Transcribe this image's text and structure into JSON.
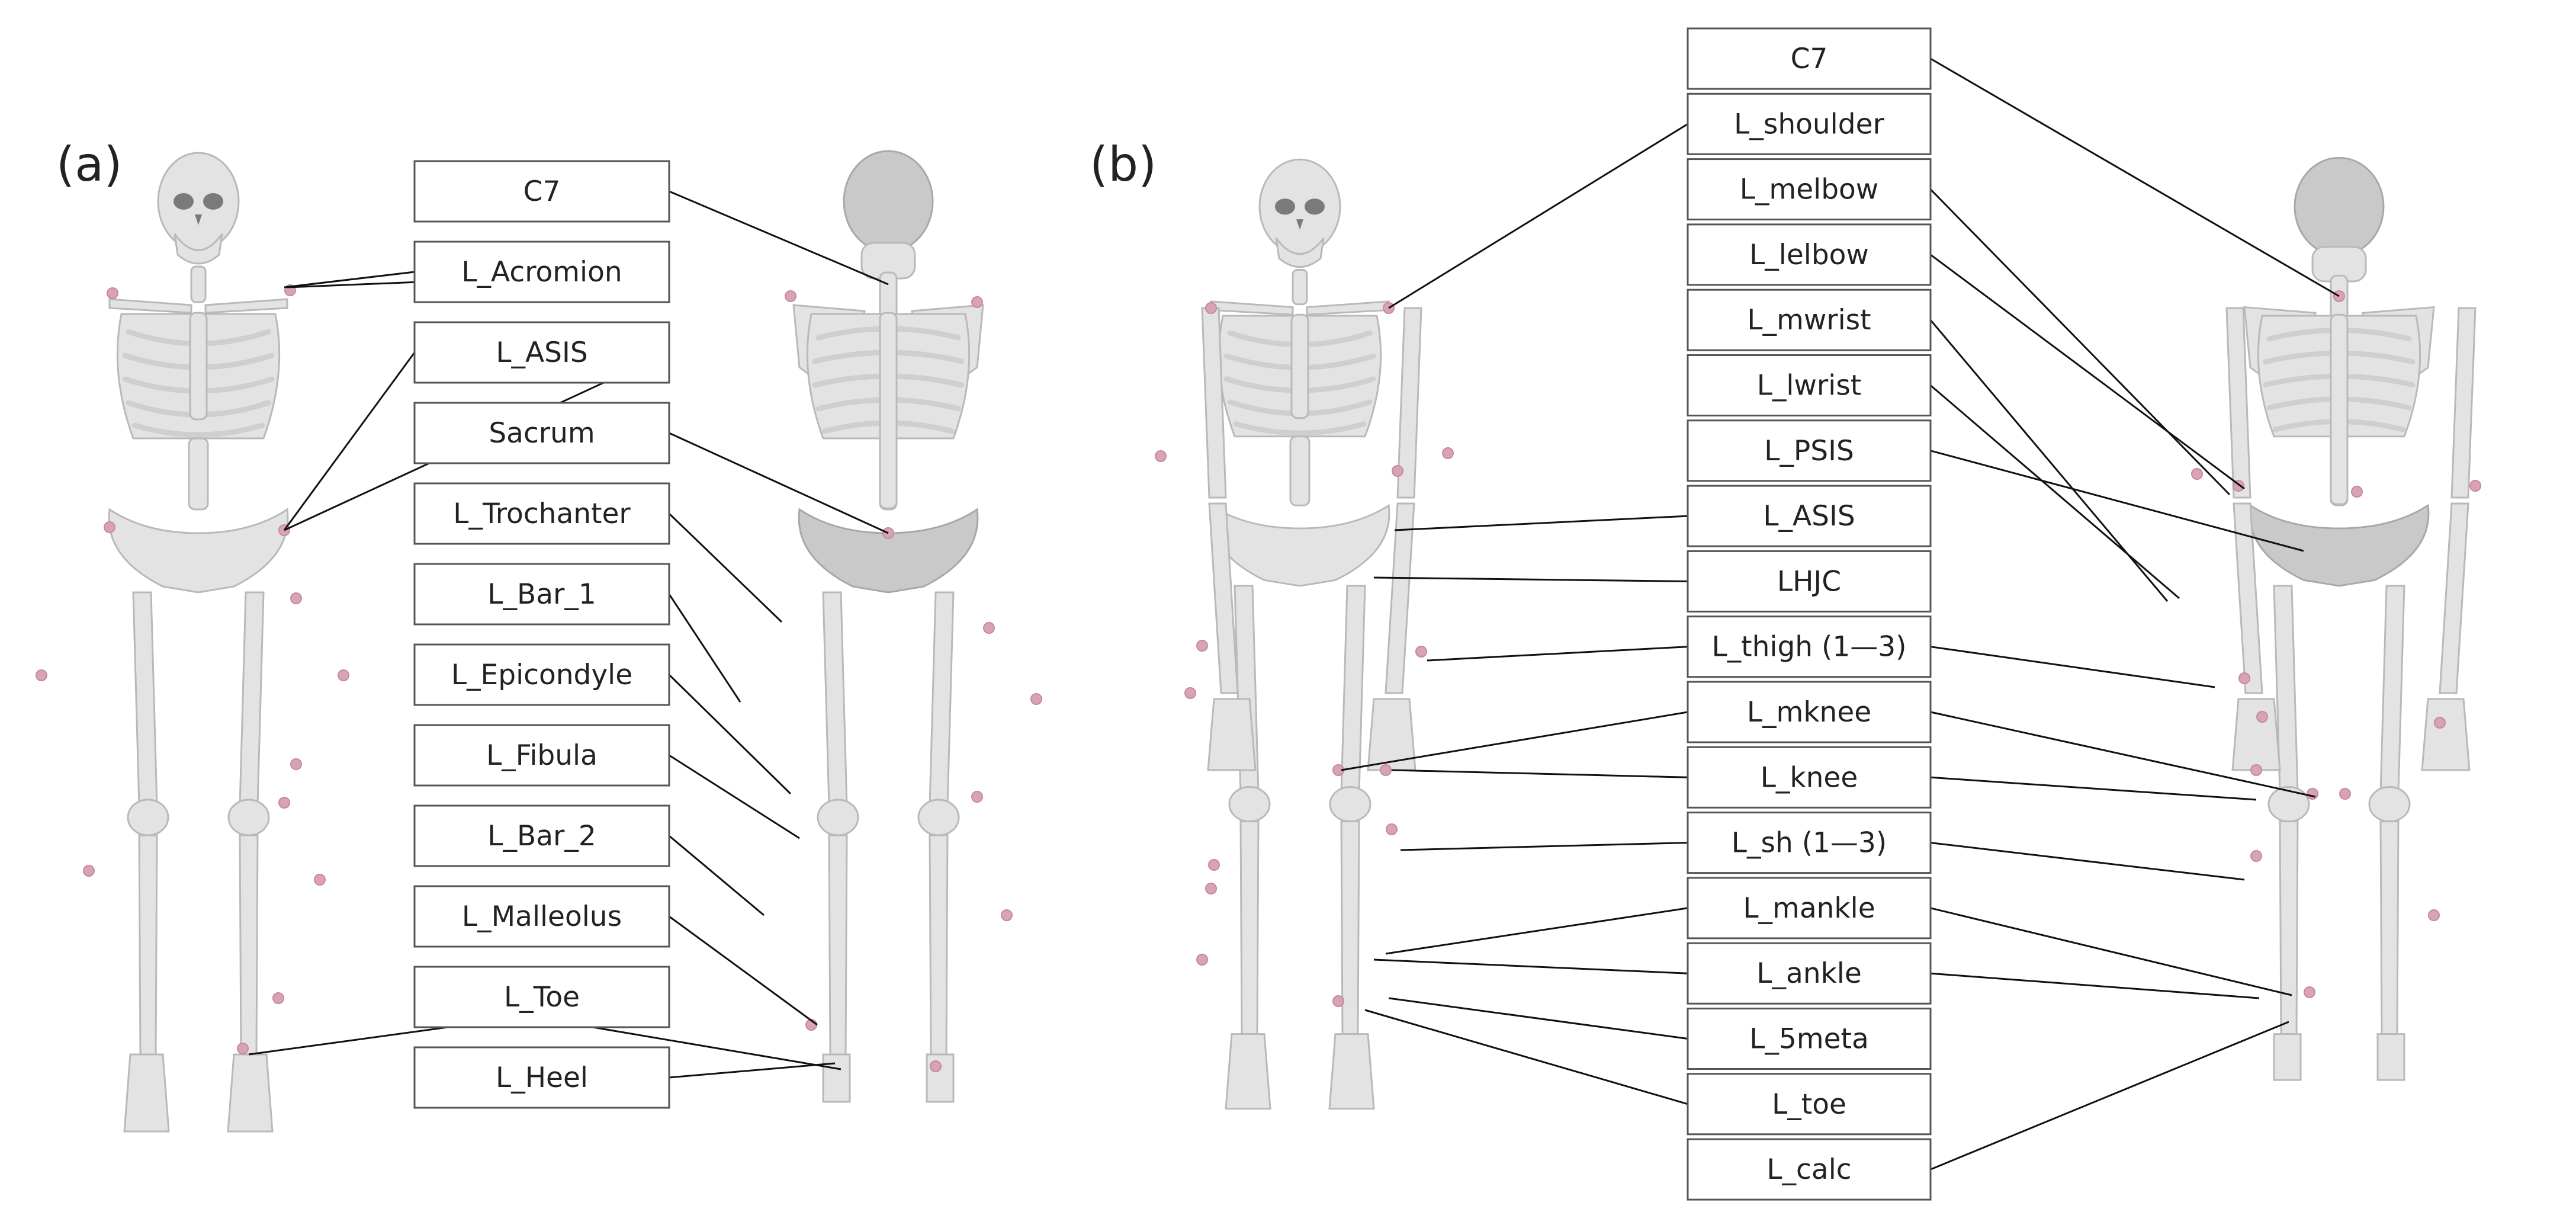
{
  "panels": [
    {
      "label": "(a)",
      "markers": [
        "C7",
        "L_Acromion",
        "L_ASIS",
        "Sacrum",
        "L_Trochanter",
        "L_Bar_1",
        "L_Epicondyle",
        "L_Fibula",
        "L_Bar_2",
        "L_Malleolus",
        "L_Toe",
        "L_Heel"
      ]
    },
    {
      "label": "(b)",
      "markers": [
        "C7",
        "L_shoulder",
        "L_melbow",
        "L_lelbow",
        "L_mwrist",
        "L_lwrist",
        "L_PSIS",
        "L_ASIS",
        "LHJC",
        "L_thigh (1—3)",
        "L_mknee",
        "L_knee",
        "L_sh (1—3)",
        "L_mankle",
        "L_ankle",
        "L_5meta",
        "L_toe",
        "L_calc"
      ]
    }
  ],
  "colors": {
    "marker": "#d9a3b5",
    "bone": "#e3e3e3",
    "box_border": "#555555",
    "leader_line": "#111111"
  }
}
